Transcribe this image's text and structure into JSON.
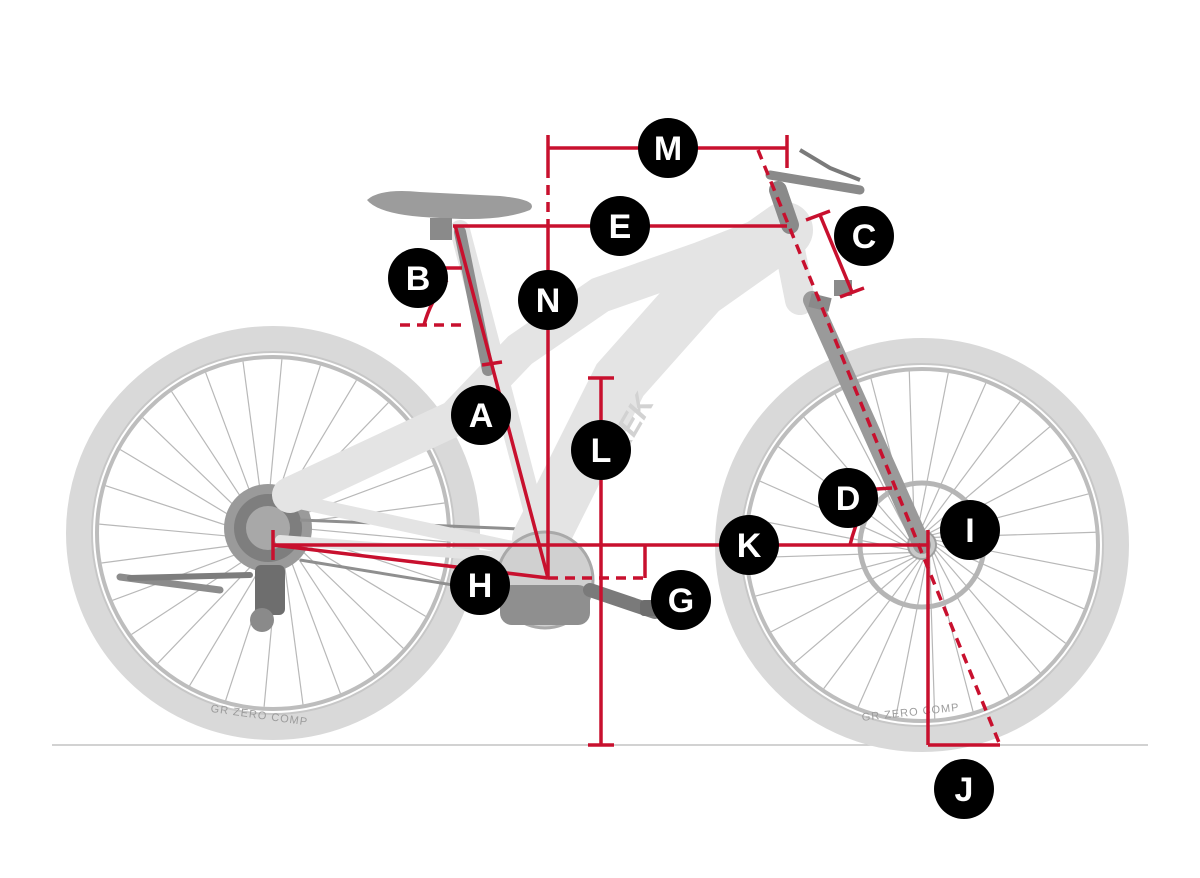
{
  "diagram": {
    "brand": "TREK",
    "tire_label": "GR ZERO COMP",
    "labels": [
      "A",
      "B",
      "C",
      "D",
      "E",
      "G",
      "H",
      "I",
      "J",
      "K",
      "L",
      "M",
      "N"
    ],
    "accent_color": "#c8102e",
    "badge_color": "#000000"
  }
}
